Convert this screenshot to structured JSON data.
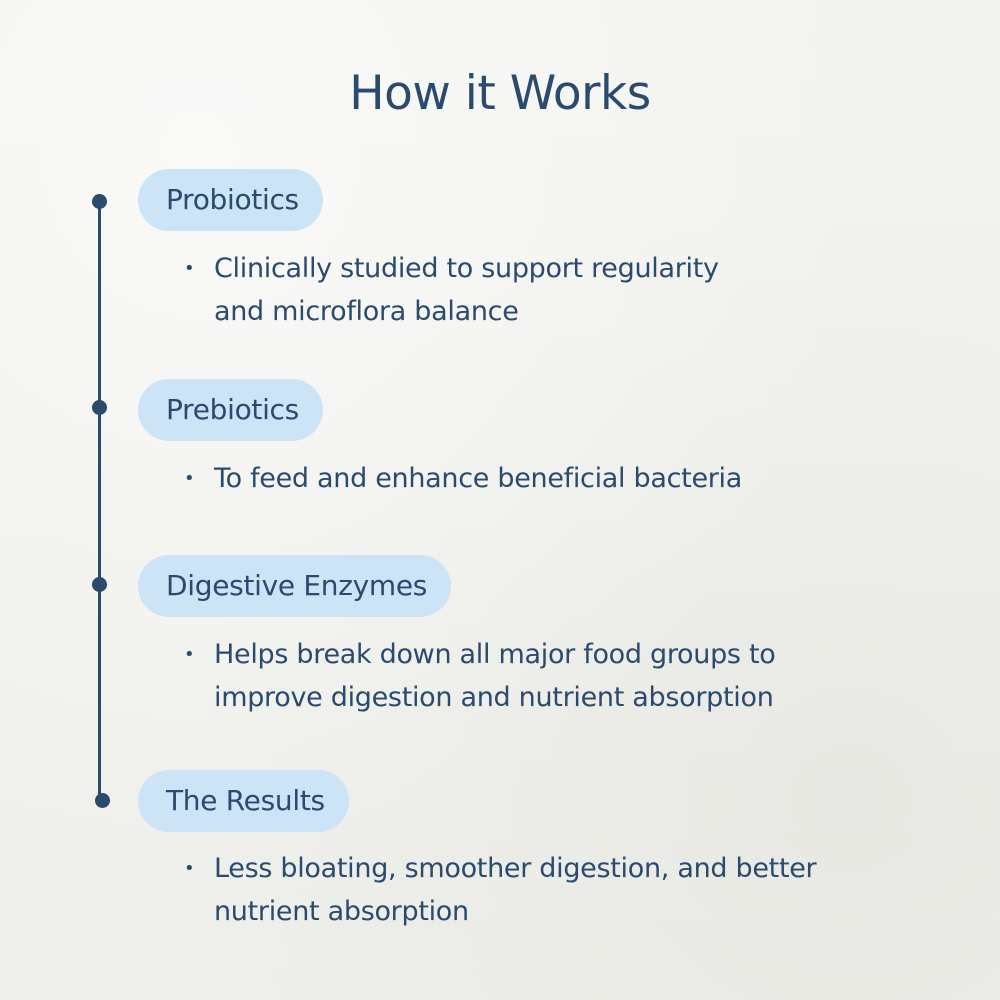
{
  "title": "How it Works",
  "colors": {
    "primary": "#2a4a6e",
    "pill_background": "#cde3f6",
    "page_background": "#f1f1ee"
  },
  "steps": [
    {
      "label": "Probiotics",
      "bullet_lines": [
        "Clinically studied to support regularity",
        "and microflora balance"
      ]
    },
    {
      "label": "Prebiotics",
      "bullet_lines": [
        "To feed and enhance beneficial bacteria"
      ]
    },
    {
      "label": "Digestive Enzymes",
      "bullet_lines": [
        "Helps break down all major food groups to",
        "improve digestion and nutrient absorption"
      ]
    },
    {
      "label": "The Results",
      "bullet_lines": [
        "Less bloating, smoother digestion, and better",
        "nutrient absorption"
      ]
    }
  ],
  "bullet_symbol": "•"
}
